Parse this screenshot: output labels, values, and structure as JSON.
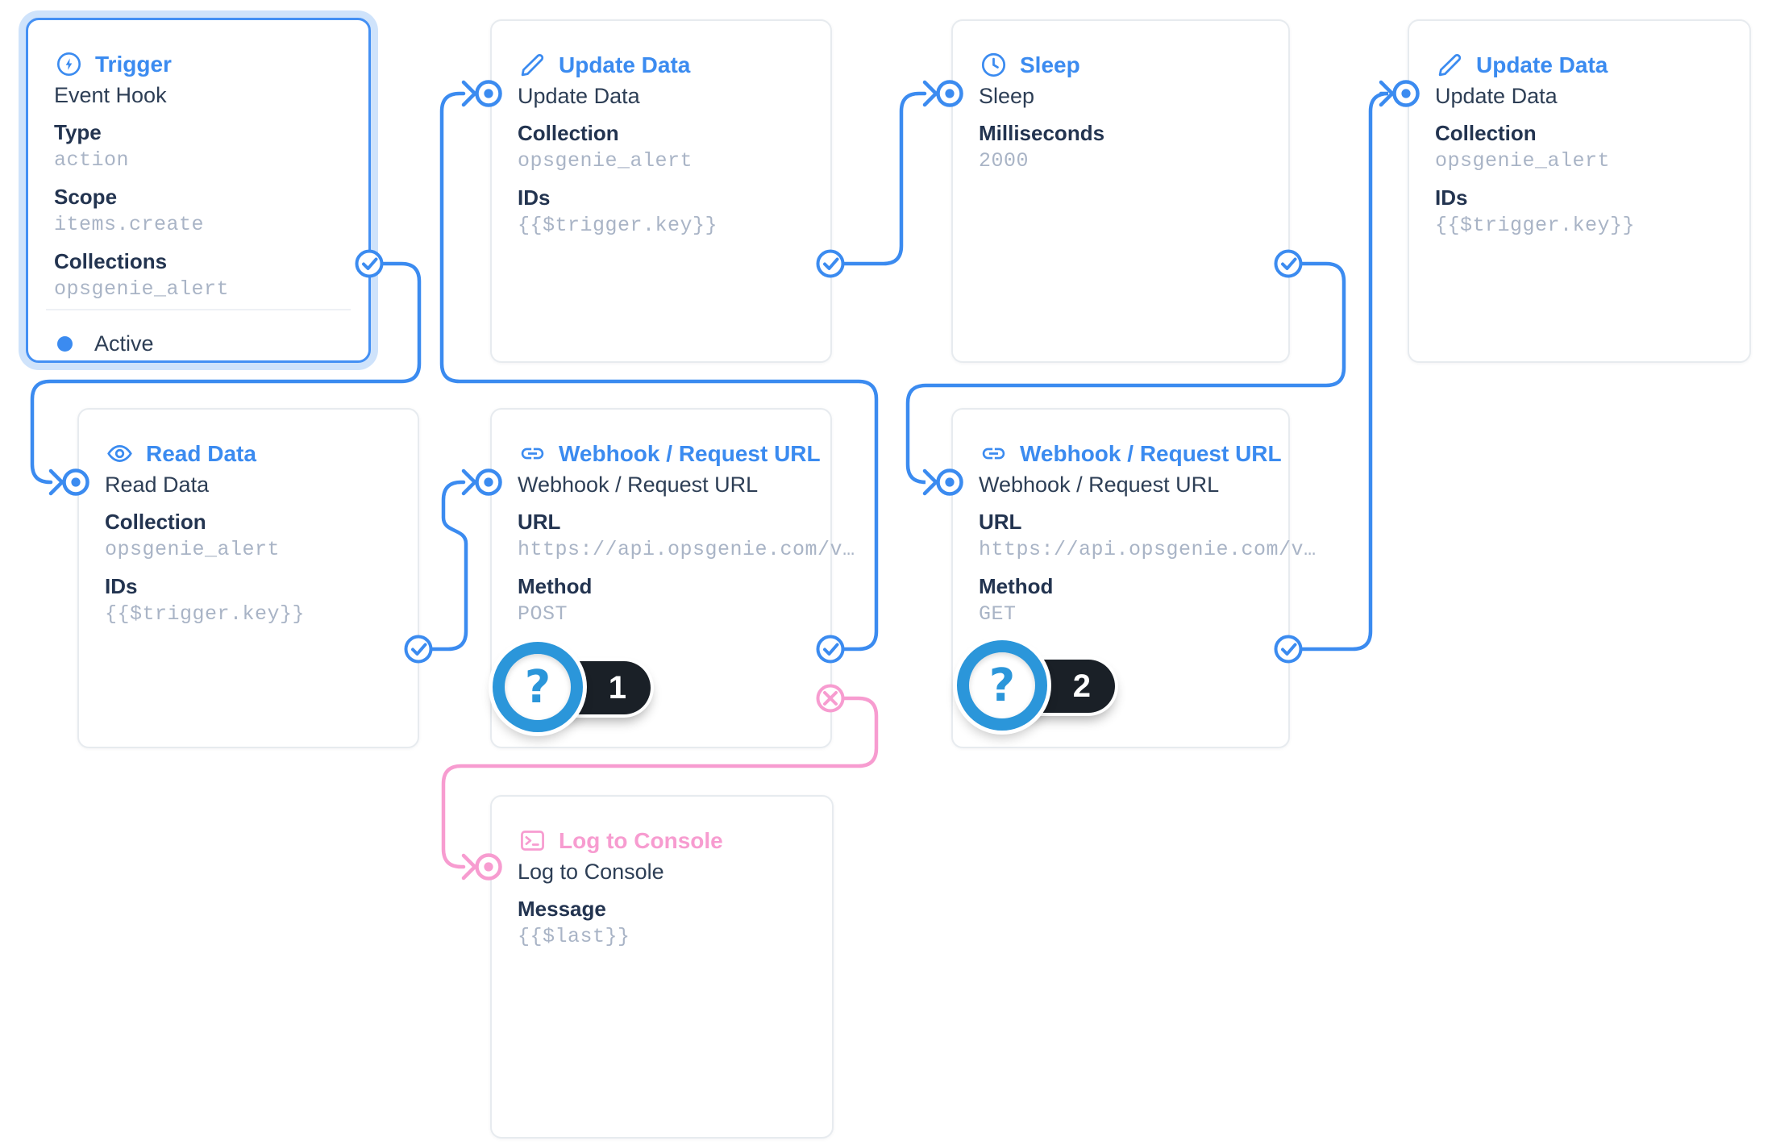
{
  "colors": {
    "accent_blue": "#3b8bf0",
    "selection_glow": "#cfe3fb",
    "pink": "#f79cd0",
    "text_dark": "#2d3e55",
    "label_dark": "#233450",
    "mono_gray": "#a9b4c6",
    "badge_ring_blue": "#2b96da",
    "badge_pill_dark": "#1a2027",
    "card_border": "#e7ebef"
  },
  "nodes": {
    "trigger": {
      "title": "Trigger",
      "icon": "bolt-circle-icon",
      "name": "Event Hook",
      "fields": [
        {
          "label": "Type",
          "value": "action"
        },
        {
          "label": "Scope",
          "value": "items.create"
        },
        {
          "label": "Collections",
          "value": "opsgenie_alert"
        }
      ],
      "status": "Active"
    },
    "update1": {
      "title": "Update Data",
      "icon": "pencil-icon",
      "name": "Update Data",
      "fields": [
        {
          "label": "Collection",
          "value": "opsgenie_alert"
        },
        {
          "label": "IDs",
          "value": "{{$trigger.key}}"
        }
      ]
    },
    "sleep": {
      "title": "Sleep",
      "icon": "clock-icon",
      "name": "Sleep",
      "fields": [
        {
          "label": "Milliseconds",
          "value": "2000"
        }
      ]
    },
    "update2": {
      "title": "Update Data",
      "icon": "pencil-icon",
      "name": "Update Data",
      "fields": [
        {
          "label": "Collection",
          "value": "opsgenie_alert"
        },
        {
          "label": "IDs",
          "value": "{{$trigger.key}}"
        }
      ]
    },
    "read": {
      "title": "Read Data",
      "icon": "eye-icon",
      "name": "Read Data",
      "fields": [
        {
          "label": "Collection",
          "value": "opsgenie_alert"
        },
        {
          "label": "IDs",
          "value": "{{$trigger.key}}"
        }
      ]
    },
    "webhook1": {
      "title": "Webhook / Request URL",
      "icon": "link-icon",
      "name": "Webhook / Request URL",
      "fields": [
        {
          "label": "URL",
          "value": "https://api.opsgenie.com/v…"
        },
        {
          "label": "Method",
          "value": "POST"
        }
      ],
      "badge_count": "1"
    },
    "webhook2": {
      "title": "Webhook / Request URL",
      "icon": "link-icon",
      "name": "Webhook / Request URL",
      "fields": [
        {
          "label": "URL",
          "value": "https://api.opsgenie.com/v…"
        },
        {
          "label": "Method",
          "value": "GET"
        }
      ],
      "badge_count": "2"
    },
    "log": {
      "title": "Log to Console",
      "icon": "terminal-icon",
      "name": "Log to Console",
      "fields": [
        {
          "label": "Message",
          "value": "{{$last}}"
        }
      ]
    }
  },
  "badges": {
    "webhook1": {
      "question_mark": "?",
      "count": "1"
    },
    "webhook2": {
      "question_mark": "?",
      "count": "2"
    }
  }
}
